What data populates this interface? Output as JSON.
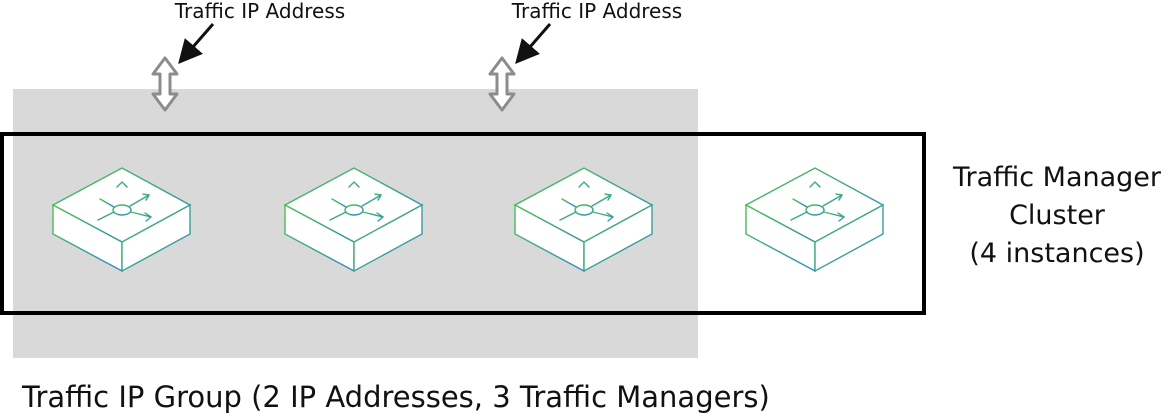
{
  "labels": {
    "traffic_ip_address_1": "Traffic IP Address",
    "traffic_ip_address_2": "Traffic IP Address",
    "cluster_line1": "Traffic Manager",
    "cluster_line2": "Cluster",
    "cluster_line3": "(4 instances)",
    "group_caption": "Traffic IP Group (2 IP Addresses, 3 Traffic Managers)"
  },
  "colors": {
    "group_fill": "#d9d9d9",
    "cluster_border": "#000000",
    "arrow_gray": "#8c8c8c",
    "node_green": "#4cc24c",
    "node_blue": "#2a8ac7"
  },
  "icons": {
    "node": "traffic-manager-node-icon",
    "bidirectional_arrow": "bidirectional-arrow-icon",
    "pointer_arrow": "pointer-arrow-icon"
  }
}
